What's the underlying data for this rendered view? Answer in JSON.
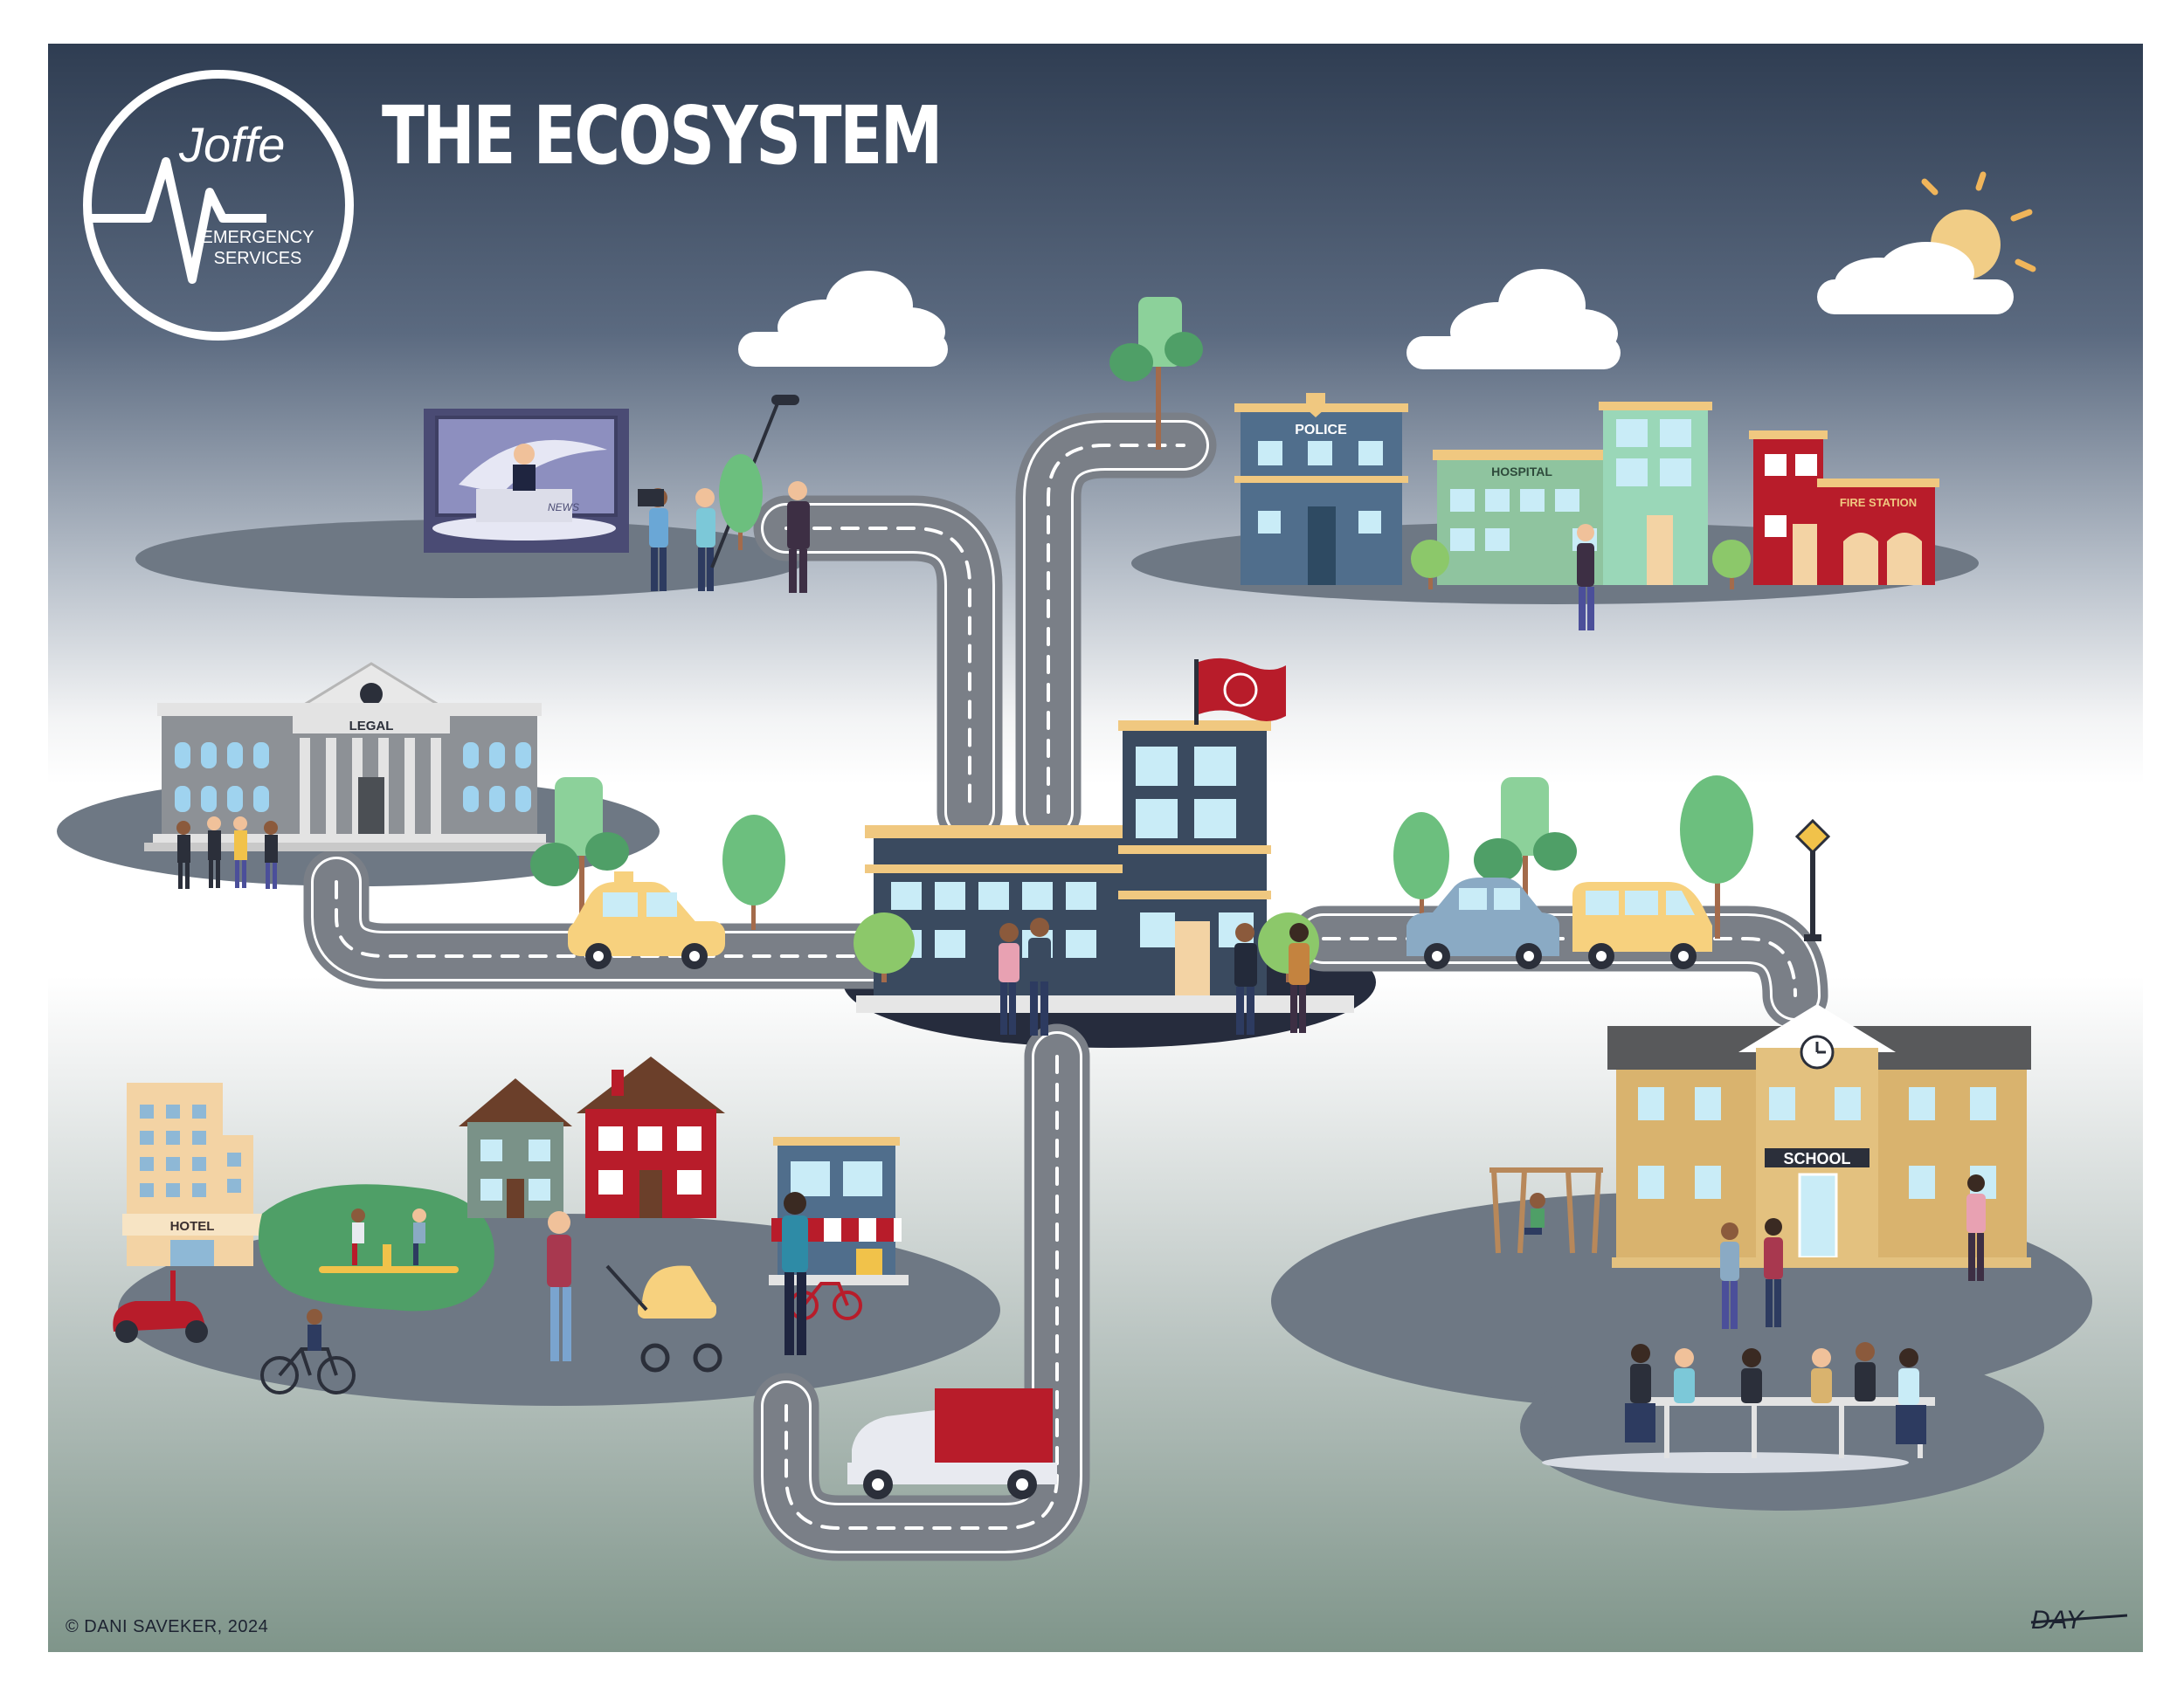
{
  "poster": {
    "title": "THE ECOSYSTEM",
    "copyright": "© DANI SAVEKER, 2024"
  },
  "logo": {
    "script_text": "Joffe",
    "line1": "EMERGENCY",
    "line2": "SERVICES"
  },
  "signature": {
    "text": "DAY"
  },
  "buildings": {
    "police": "POLICE",
    "hospital": "HOSPITAL",
    "fire_station": "FIRE STATION",
    "legal": "LEGAL",
    "news": "NEWS",
    "hotel": "HOTEL",
    "school": "SCHOOL"
  },
  "icons": [
    "cloud-icon",
    "sun-icon",
    "tree-icon",
    "car-icon",
    "taxi-icon",
    "van-icon",
    "truck-icon",
    "scooter-icon",
    "bicycle-icon",
    "stroller-icon",
    "flag-icon",
    "clock-icon",
    "street-lamp-icon",
    "road-sign-icon",
    "person-icon"
  ],
  "colors": {
    "sky_top": "#2f3d52",
    "ground_bottom": "#7f958a",
    "platform": "#6e7884",
    "hub_platform": "#262c3d",
    "road": "#7a7f87",
    "accent_red": "#b81c2a",
    "building_blue": "#4e6e8c",
    "building_tan": "#d9b36e",
    "window": "#c9ecf7",
    "tree_green": "#6cbf7e"
  }
}
